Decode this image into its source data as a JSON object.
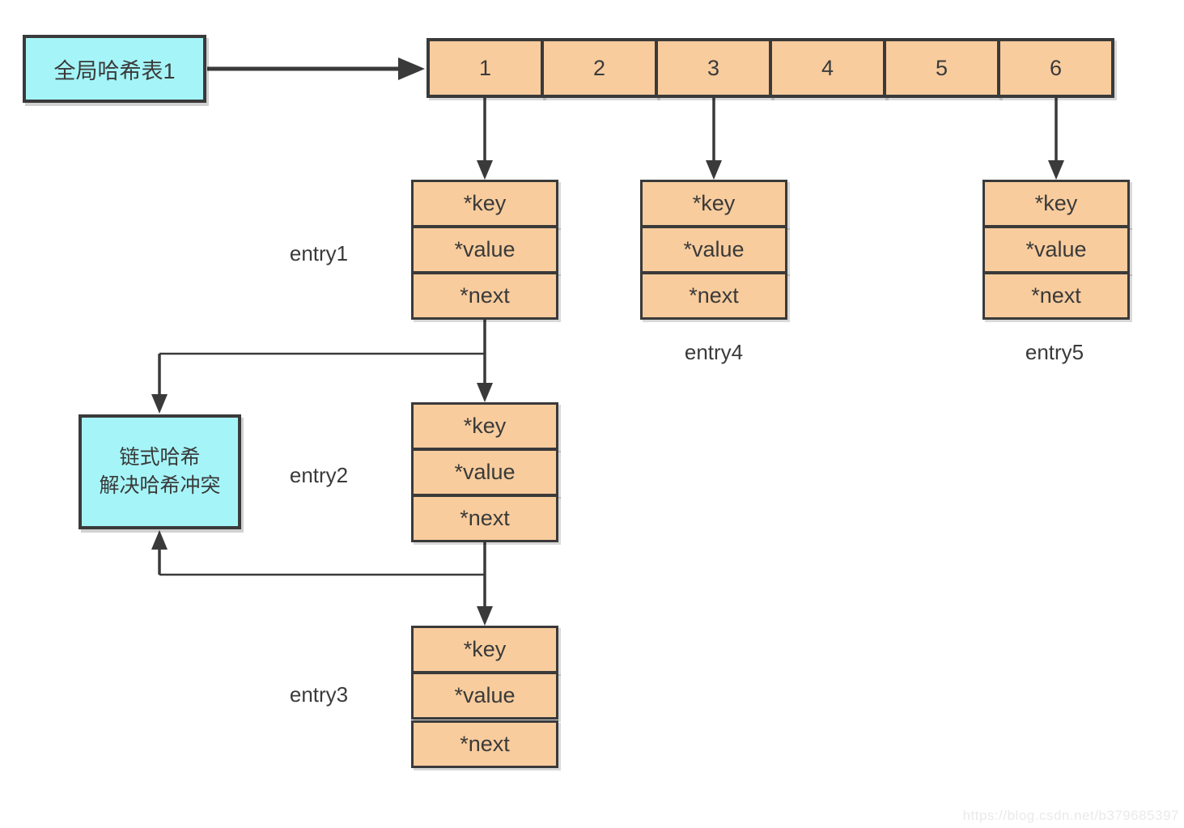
{
  "diagram": {
    "global_table_label": "全局哈希表1",
    "chain_note_line1": "链式哈希",
    "chain_note_line2": "解决哈希冲突",
    "array_cells": [
      "1",
      "2",
      "3",
      "4",
      "5",
      "6"
    ],
    "entries": [
      {
        "label": "entry1",
        "fields": [
          "*key",
          "*value",
          "*next"
        ]
      },
      {
        "label": "entry2",
        "fields": [
          "*key",
          "*value",
          "*next"
        ]
      },
      {
        "label": "entry3",
        "fields": [
          "*key",
          "*value",
          "*next"
        ]
      },
      {
        "label": "entry4",
        "fields": [
          "*key",
          "*value",
          "*next"
        ]
      },
      {
        "label": "entry5",
        "fields": [
          "*key",
          "*value",
          "*next"
        ]
      }
    ],
    "watermark": "https://blog.csdn.net/b379685397",
    "colors": {
      "node_fill": "#F8CC9D",
      "note_fill": "#A5F5F8",
      "line": "#3A3A3A"
    }
  }
}
